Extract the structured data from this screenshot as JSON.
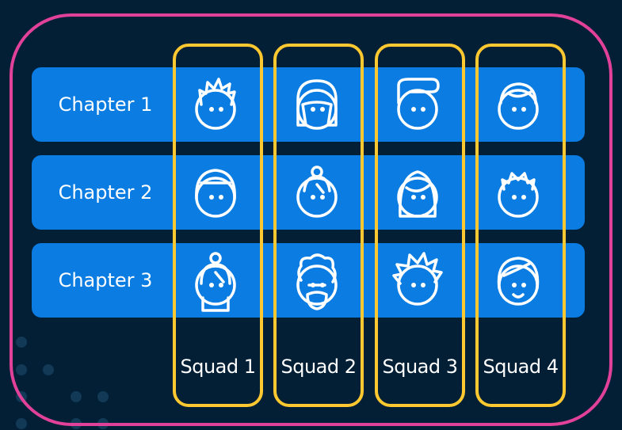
{
  "chapters": [
    {
      "label": "Chapter 1"
    },
    {
      "label": "Chapter 2"
    },
    {
      "label": "Chapter 3"
    }
  ],
  "squads": [
    {
      "label": "Squad 1"
    },
    {
      "label": "Squad 2"
    },
    {
      "label": "Squad 3"
    },
    {
      "label": "Squad 4"
    }
  ],
  "colors": {
    "background": "#021f35",
    "frame": "#e2419a",
    "chapter": "#0a7ce2",
    "squad": "#fdc830"
  }
}
